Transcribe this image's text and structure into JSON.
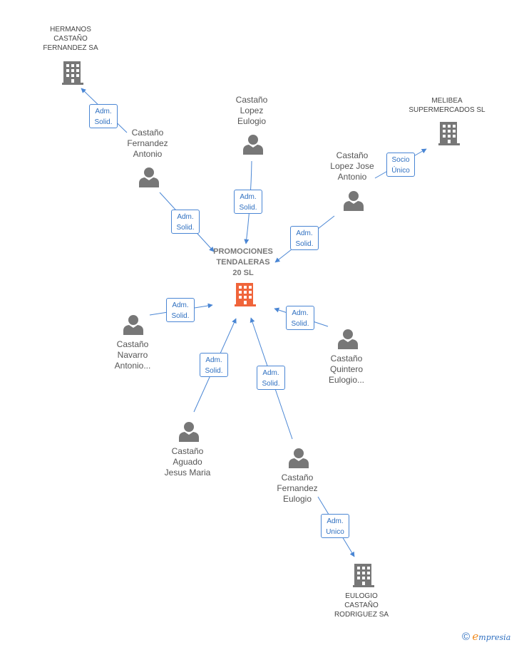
{
  "center": {
    "name_lines": [
      "PROMOCIONES",
      "TENDALERAS",
      "20 SL"
    ],
    "color": "#f0643a"
  },
  "companies": {
    "hermanos": {
      "lines": [
        "HERMANOS",
        "CASTAÑO",
        "FERNANDEZ SA"
      ]
    },
    "melibea": {
      "lines": [
        "MELIBEA",
        "SUPERMERCADOS SL"
      ]
    },
    "eulogio_rodriguez": {
      "lines": [
        "EULOGIO",
        "CASTAÑO",
        "RODRIGUEZ SA"
      ]
    }
  },
  "persons": {
    "fernandez_antonio": {
      "lines": [
        "Castaño",
        "Fernandez",
        "Antonio"
      ]
    },
    "lopez_eulogio": {
      "lines": [
        "Castaño",
        "Lopez",
        "Eulogio"
      ]
    },
    "lopez_jose_antonio": {
      "lines": [
        "Castaño",
        "Lopez Jose",
        "Antonio"
      ]
    },
    "navarro_antonio": {
      "lines": [
        "Castaño",
        "Navarro",
        "Antonio..."
      ]
    },
    "quintero_eulogio": {
      "lines": [
        "Castaño",
        "Quintero",
        "Eulogio..."
      ]
    },
    "aguado_jesus": {
      "lines": [
        "Castaño",
        "Aguado",
        "Jesus Maria"
      ]
    },
    "fernandez_eulogio": {
      "lines": [
        "Castaño",
        "Fernandez",
        "Eulogio"
      ]
    }
  },
  "badges": {
    "b1": [
      "Adm.",
      "Solid."
    ],
    "b2": [
      "Adm.",
      "Solid."
    ],
    "b3": [
      "Adm.",
      "Solid."
    ],
    "b4": [
      "Socio",
      "Único"
    ],
    "b5": [
      "Adm.",
      "Solid."
    ],
    "b6": [
      "Adm.",
      "Solid."
    ],
    "b7": [
      "Adm.",
      "Solid."
    ],
    "b8": [
      "Adm.",
      "Solid."
    ],
    "b9": [
      "Adm.",
      "Solid."
    ],
    "b10": [
      "Adm.",
      "Unico"
    ]
  },
  "footer": {
    "copyright": "©",
    "brand_initial": "e",
    "brand_rest": "mpresia"
  },
  "colors": {
    "edge": "#4a86d4",
    "node_gray": "#777777",
    "center_orange": "#f0643a"
  }
}
